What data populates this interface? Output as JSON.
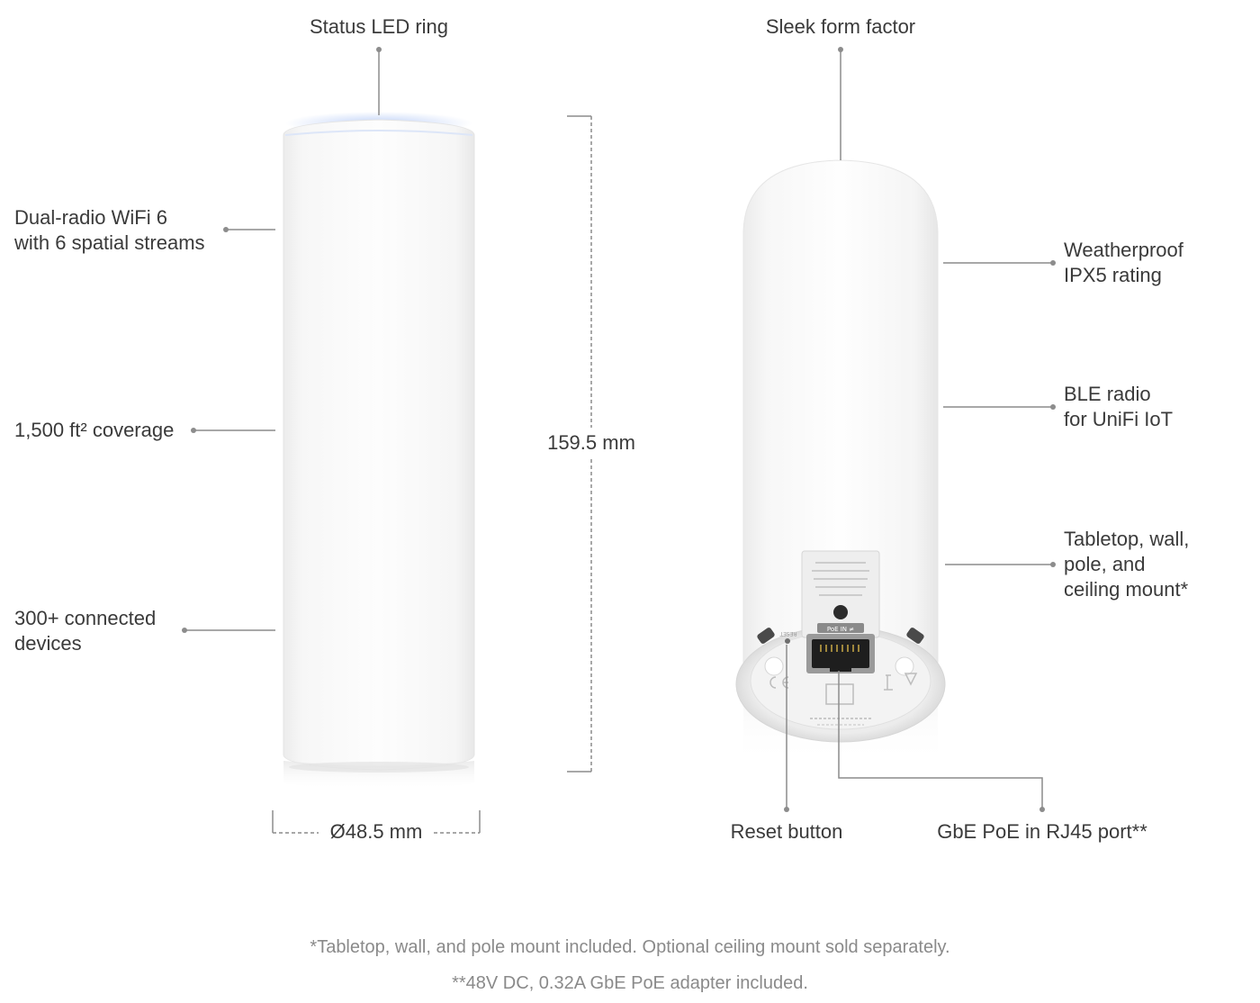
{
  "callouts": {
    "status_led": "Status LED ring",
    "dual_radio": "Dual-radio WiFi 6\nwith 6 spatial streams",
    "coverage": "1,500 ft² coverage",
    "connected": "300+ connected\ndevices",
    "sleek": "Sleek form factor",
    "weatherproof": "Weatherproof\nIPX5 rating",
    "ble": "BLE radio\nfor UniFi IoT",
    "mount": "Tabletop, wall,\npole, and\nceiling mount*",
    "reset": "Reset button",
    "gbe": "GbE PoE in RJ45 port**"
  },
  "dimensions": {
    "height": "159.5 mm",
    "diameter": "Ø48.5 mm"
  },
  "device_text": {
    "port_label": "PoE IN ≠",
    "reset_label": "RESET"
  },
  "footnotes": {
    "mount_note": "*Tabletop, wall, and pole mount included. Optional ceiling mount sold separately.",
    "poe_note": "**48V DC, 0.32A GbE PoE adapter included."
  },
  "colors": {
    "leader_line": "#8c8c8c",
    "led_glow": "#b9cdf7",
    "device_body": "#f7f7f7"
  }
}
